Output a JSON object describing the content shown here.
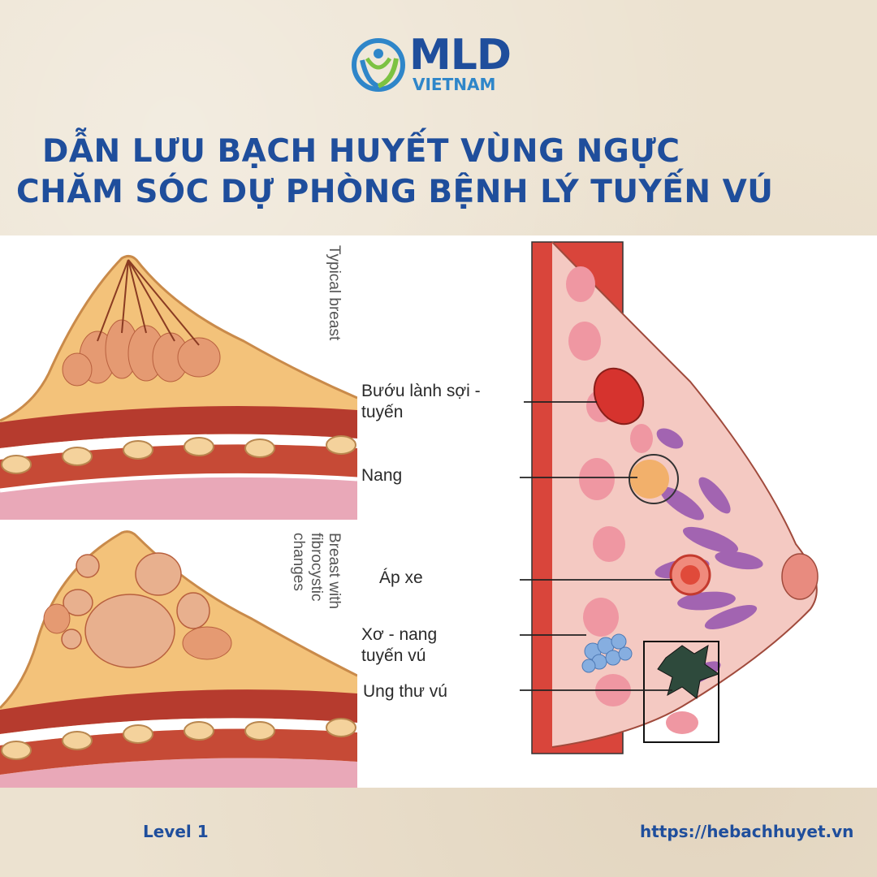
{
  "logo": {
    "word": "MLD",
    "sub": "VIETNAM"
  },
  "title": {
    "line1": "DẪN LƯU BẠCH HUYẾT VÙNG NGỰC",
    "line2": "CHĂM SÓC DỰ PHÒNG BỆNH LÝ TUYẾN VÚ"
  },
  "left_diagram": {
    "top_label": "Typical breast",
    "bottom_label": "Breast with fibrocystic changes"
  },
  "right_diagram": {
    "labels": [
      "Bướu lành sợi -",
      "tuyến",
      "Nang",
      "Áp xe",
      "Xơ - nang",
      "tuyến vú",
      "Ung thư vú"
    ]
  },
  "footer": {
    "level": "Level 1",
    "url": "https://hebachhuyet.vn"
  },
  "colors": {
    "brand_blue": "#1f4e9c",
    "logo_green": "#7cc242"
  }
}
